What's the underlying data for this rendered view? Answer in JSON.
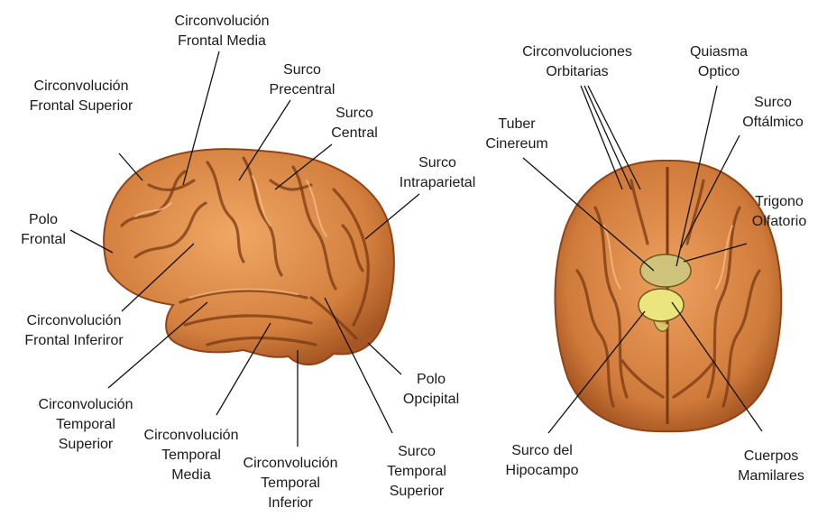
{
  "labels": {
    "frontal_media": [
      "Circonvolución",
      "Frontal Media"
    ],
    "frontal_superior": [
      "Circonvolución",
      "Frontal Superior"
    ],
    "surco_precentral": [
      "Surco",
      "Precentral"
    ],
    "surco_central": [
      "Surco",
      "Central"
    ],
    "surco_intraparietal": [
      "Surco",
      "Intraparietal"
    ],
    "polo_frontal": [
      "Polo",
      "Frontal"
    ],
    "frontal_inferior": [
      "Circonvolución",
      "Frontal Inferiror"
    ],
    "temporal_superior": [
      "Circonvolución",
      "Temporal",
      "Superior"
    ],
    "temporal_media": [
      "Circonvolución",
      "Temporal",
      "Media"
    ],
    "temporal_inferior": [
      "Circonvolución",
      "Temporal",
      "Inferior"
    ],
    "polo_occipital": [
      "Polo",
      "Opcipital"
    ],
    "surco_temporal_superior": [
      "Surco",
      "Temporal",
      "Superior"
    ],
    "orbitarias": [
      "Circonvoluciones",
      "Orbitarias"
    ],
    "quiasma": [
      "Quiasma",
      "Optico"
    ],
    "surco_oftalmico": [
      "Surco",
      "Oftálmico"
    ],
    "tuber": [
      "Tuber",
      "Cinereum"
    ],
    "trigono": [
      "Trigono",
      "Olfatorio"
    ],
    "hipocampo": [
      "Surco del",
      "Hipocampo"
    ],
    "mamilares": [
      "Cuerpos",
      "Mamilares"
    ]
  },
  "colors": {
    "brain_fill": "#d98a4a",
    "brain_dark": "#9c4d1c",
    "chiasm": "#e8e08a",
    "leader": "#111111"
  }
}
